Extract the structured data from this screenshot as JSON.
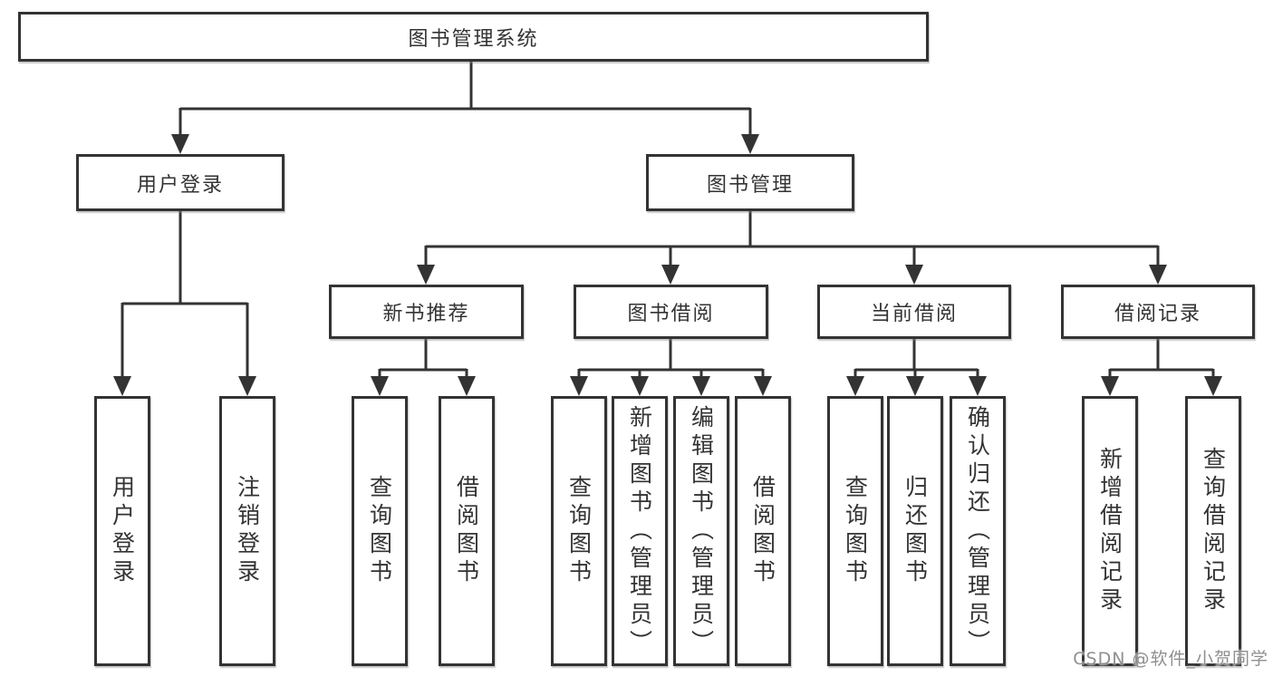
{
  "tree": {
    "label": "图书管理系统",
    "children": [
      {
        "label": "用户登录",
        "children": [
          {
            "label": "用户登录"
          },
          {
            "label": "注销登录"
          }
        ]
      },
      {
        "label": "图书管理",
        "children": [
          {
            "label": "新书推荐",
            "children": [
              {
                "label": "查询图书"
              },
              {
                "label": "借阅图书"
              }
            ]
          },
          {
            "label": "图书借阅",
            "children": [
              {
                "label": "查询图书"
              },
              {
                "label": "新增图书（管理员）"
              },
              {
                "label": "编辑图书（管理员）"
              },
              {
                "label": "借阅图书"
              }
            ]
          },
          {
            "label": "当前借阅",
            "children": [
              {
                "label": "查询图书"
              },
              {
                "label": "归还图书"
              },
              {
                "label": "确认归还（管理员）"
              }
            ]
          },
          {
            "label": "借阅记录",
            "children": [
              {
                "label": "新增借阅记录"
              },
              {
                "label": "查询借阅记录"
              }
            ]
          }
        ]
      }
    ]
  },
  "watermark": "CSDN @软件_小贺同学",
  "colors": {
    "line": "#333333",
    "text": "#333333",
    "background": "#ffffff",
    "watermark": "#8f8f8f"
  }
}
